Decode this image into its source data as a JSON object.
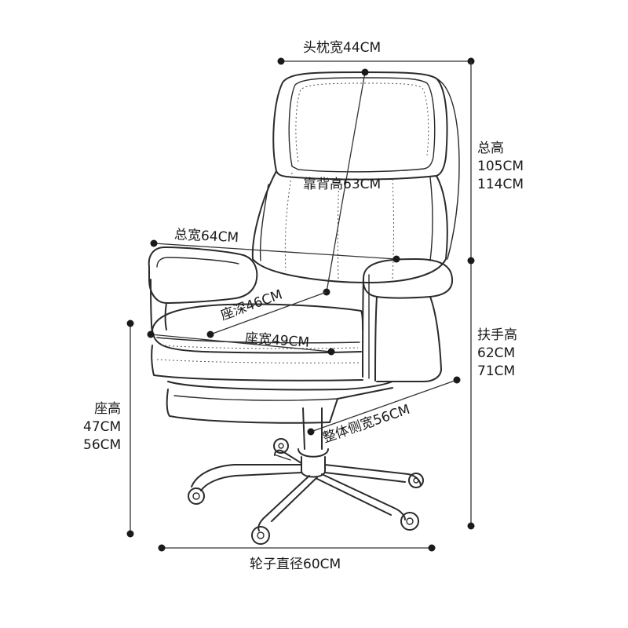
{
  "labels": {
    "headrest_width": "头枕宽44CM",
    "backrest_height": "靠背高63CM",
    "total_width": "总宽64CM",
    "seat_depth": "座深46CM",
    "seat_width": "座宽49CM",
    "total_height": {
      "title": "总高",
      "min": "105CM",
      "max": "114CM"
    },
    "armrest_height": {
      "title": "扶手高",
      "min": "62CM",
      "max": "71CM"
    },
    "seat_height": {
      "title": "座高",
      "min": "47CM",
      "max": "56CM"
    },
    "overall_side_width": "整体侧宽56CM",
    "wheel_diameter": "轮子直径60CM"
  },
  "colors": {
    "line": "#2b2b2b",
    "background": "#ffffff"
  }
}
